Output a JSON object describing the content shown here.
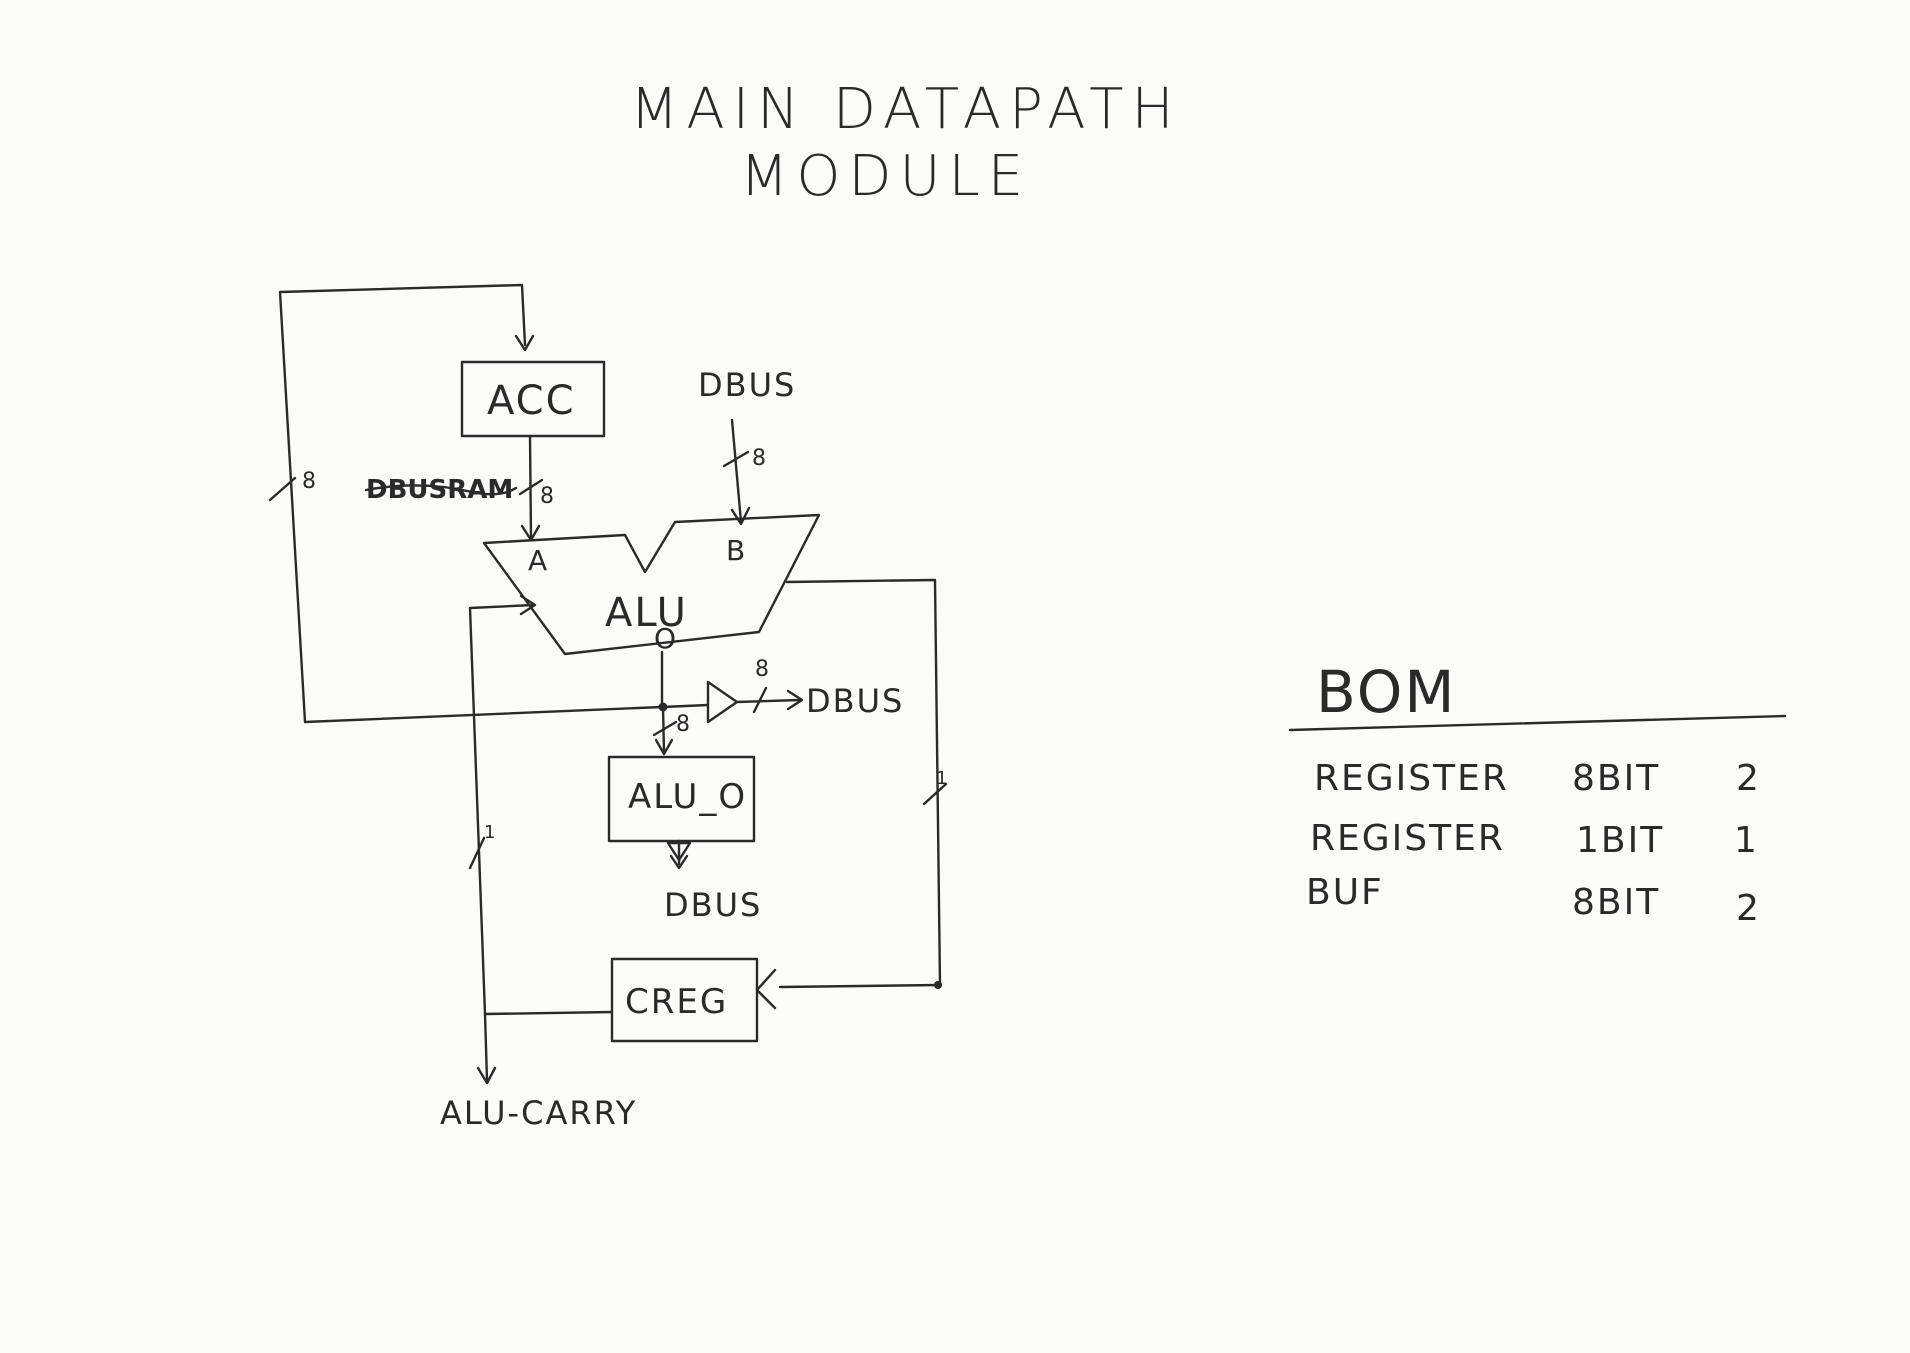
{
  "title": {
    "line1": "MAIN DATAPATH",
    "line2": "MODULE"
  },
  "blocks": {
    "acc": "ACC",
    "alu": "ALU",
    "alu_o": "ALU_O",
    "creg": "CREG"
  },
  "ports": {
    "a": "A",
    "b": "B",
    "o": "O"
  },
  "signals": {
    "dbus_top": "DBUS",
    "dbus_right": "DBUS",
    "dbus_bottom": "DBUS",
    "alu_carry": "ALU-CARRY",
    "scribble": "DBUSRAM"
  },
  "bus_widths": {
    "feedback": "8",
    "acc_to_a": "8",
    "dbus_to_b": "8",
    "out_to_dbus": "8",
    "to_alu_o": "8",
    "carry_in": "1",
    "carry_out": "1"
  },
  "bom": {
    "heading": "BOM",
    "items": [
      {
        "name": "REGISTER",
        "width": "8BIT",
        "qty": "2"
      },
      {
        "name": "REGISTER",
        "width": "1BIT",
        "qty": "1"
      },
      {
        "name": "BUF",
        "width": "8BIT",
        "qty": "2"
      }
    ]
  }
}
